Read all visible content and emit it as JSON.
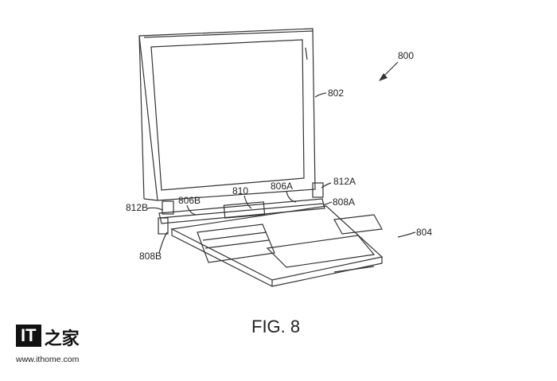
{
  "figure": {
    "caption": "FIG. 8",
    "labels": {
      "device": "800",
      "display": "802",
      "base": "804",
      "hinge_a": "806A",
      "hinge_b": "806B",
      "hinge_end_a": "808A",
      "hinge_end_b": "808B",
      "center_hinge": "810",
      "bracket_a": "812A",
      "bracket_b": "812B"
    }
  },
  "watermark": {
    "logo_text": "IT之家",
    "logo_it": "IT",
    "logo_zh": "之家",
    "url": "www.ithome.com"
  }
}
